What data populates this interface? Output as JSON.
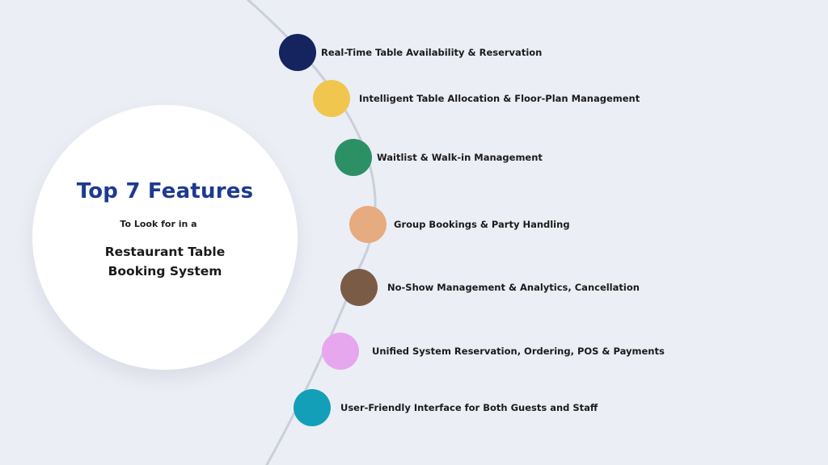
{
  "hero": {
    "title": "Top 7 Features",
    "subtitle": "To Look for in a",
    "name_line1": "Restaurant Table",
    "name_line2": "Booking System"
  },
  "colors": {
    "background": "#eceef5",
    "arc": "#c9cfdc",
    "title": "#1d3a8f"
  },
  "features": [
    {
      "label": "Real-Time Table Availability & Reservation",
      "color": "#15245e"
    },
    {
      "label": "Intelligent Table Allocation & Floor-Plan Management",
      "color": "#f1c64f"
    },
    {
      "label": "Waitlist & Walk-in Management",
      "color": "#2b9164"
    },
    {
      "label": "Group Bookings & Party Handling",
      "color": "#e6ab7e"
    },
    {
      "label": "No-Show Management & Analytics, Cancellation",
      "color": "#7a5c46"
    },
    {
      "label": "Unified System Reservation, Ordering, POS & Payments",
      "color": "#e6a7ee"
    },
    {
      "label": "User-Friendly Interface for Both Guests and Staff",
      "color": "#139fb8"
    }
  ]
}
